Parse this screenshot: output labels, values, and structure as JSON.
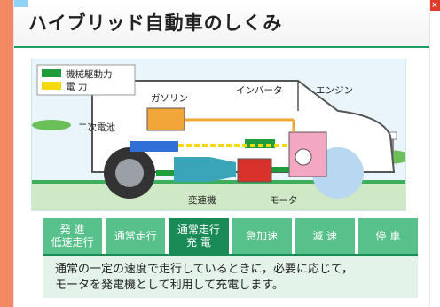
{
  "window": {
    "title": "ハイブリッド自動車のしくみ",
    "close_glyph": "×"
  },
  "diagram": {
    "legend": [
      {
        "label": "機械駆動力",
        "color": "#1f9d3a"
      },
      {
        "label": "電 力",
        "color": "#f5d90f"
      }
    ],
    "labels": {
      "gasoline": "ガソリン",
      "inverter": "インバータ",
      "engine": "エンジン",
      "battery": "二次電池",
      "transmission": "変速機",
      "motor": "モータ"
    },
    "colors": {
      "background": "#e9f5fb",
      "car_outline": "#555555",
      "ground": "#3fae5a",
      "battery": "#2f6fd6",
      "gas_tank": "#f2a63a",
      "engine": "#f3a7c2",
      "motor": "#d9322c",
      "transmission": "#3aa5b8"
    }
  },
  "tabs": [
    {
      "line1": "発 進",
      "line2": "低速走行",
      "active": false
    },
    {
      "line1": "通常走行",
      "line2": "",
      "active": false
    },
    {
      "line1": "通常走行",
      "line2": "充 電",
      "active": true
    },
    {
      "line1": "急加速",
      "line2": "",
      "active": false
    },
    {
      "line1": "減 速",
      "line2": "",
      "active": false
    },
    {
      "line1": "停 車",
      "line2": "",
      "active": false
    }
  ],
  "description": {
    "line1": "通常の一定の速度で走行しているときに，必要に応じて，",
    "line2": "モータを発電機として利用して充電します。"
  }
}
